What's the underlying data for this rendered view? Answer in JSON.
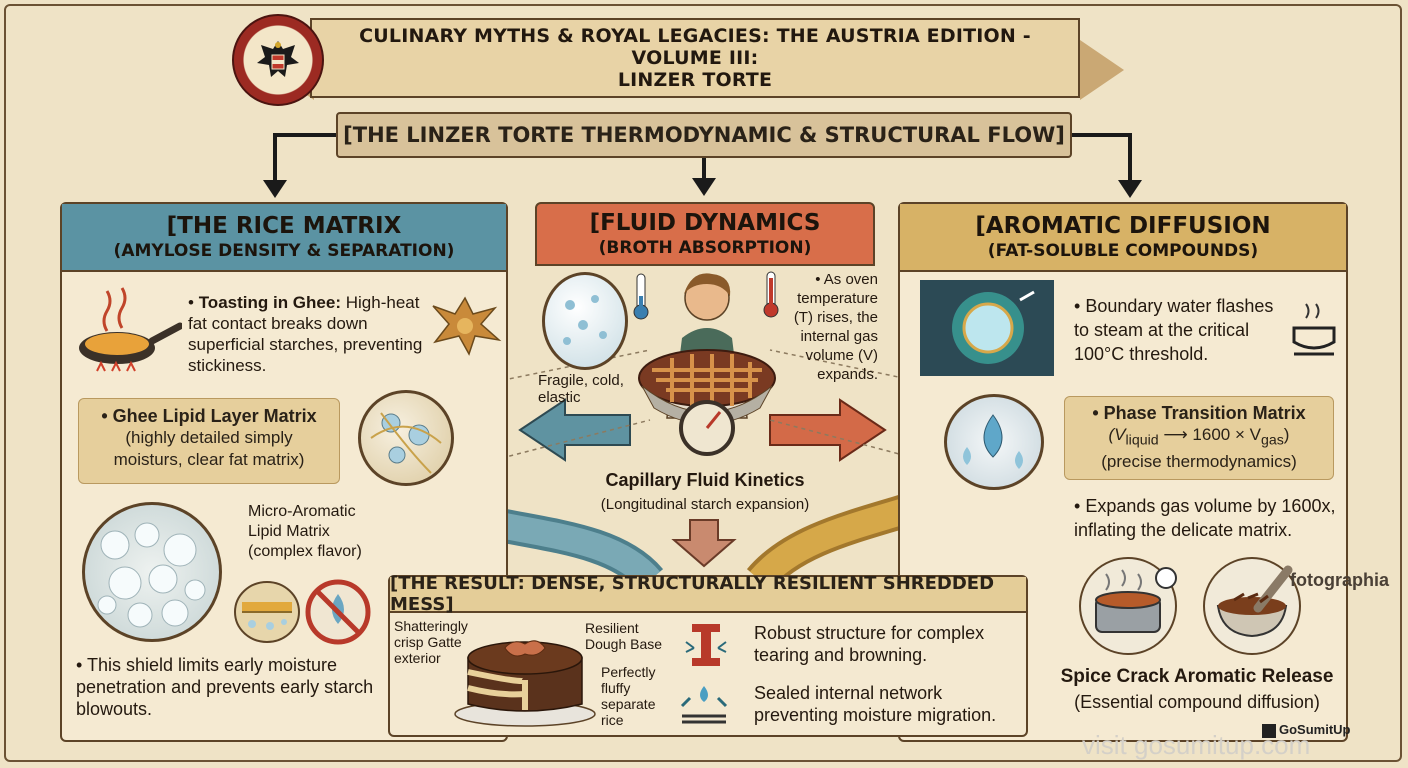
{
  "title": {
    "line1": "CULINARY MYTHS & ROYAL LEGACIES: THE AUSTRIA EDITION - VOLUME III:",
    "line2": "LINZER TORTE"
  },
  "flow_title": "[THE LINZER TORTE THERMODYNAMIC & STRUCTURAL FLOW]",
  "left_panel": {
    "heading": "[THE RICE MATRIX",
    "subheading": "(AMYLOSE DENSITY & SEPARATION)",
    "bullet1_bold": "Toasting in Ghee:",
    "bullet1_rest": "High-heat fat contact breaks down superficial starches, preventing stickiness.",
    "box_title": "Ghee Lipid Layer Matrix",
    "box_text": "(highly detailed simply moisturѕ, clear fat matrix)",
    "lipid_label": "Micro-Aromatic Lipid Matrix (complex flavor)",
    "bullet2": "This shield limits early moisture penetration and prevents early starch blowouts."
  },
  "mid_panel": {
    "heading": "[FLUID DYNAMICS",
    "subheading": "(BROTH ABSORPTION)",
    "cold_label": "Fragile, cold, elastic",
    "oven_text": "As oven temperature (T) rises, the internal gas volume (V) expands.",
    "capillary_title": "Capillary Fluid Kinetics",
    "capillary_sub": "(Longitudinal starch expansion)"
  },
  "right_panel": {
    "heading": "[AROMATIC DIFFUSION",
    "subheading": "(FAT-SOLUBLE COMPOUNDS)",
    "bullet1": "Boundary water flashes to steam at the critical 100°C threshold.",
    "box_title": "Phase Transition Matrix",
    "box_formula_a": "(V",
    "box_formula_a_sub": "liquid",
    "box_formula_b": " ⟶ 1600 × V",
    "box_formula_b_sub": "gas",
    "box_formula_c": ")",
    "box_text": "(precise thermodynamics)",
    "bullet2": "Expands gas volume by 1600x, inflating the delicate matrix.",
    "spice_title": "Spice Crack Aromatic Release",
    "spice_sub": "(Essential compound diffusion)"
  },
  "result": {
    "heading": "[THE RESULT: DENSE, STRUCTURALLY RESILIENT SHREDDED MESS]",
    "label_exterior": "Shatteringly crisp Gatte exterior",
    "label_base": "Resilient Dough Base",
    "label_rice": "Perfectly fluffy separate rice",
    "point1": "Robust structure for complex tearing and browning.",
    "point2": "Sealed internal network preventing moisture migration."
  },
  "watermark": {
    "brand": "fotographia",
    "logo": "GoSumitUp",
    "url": "visit gosumitup.com"
  },
  "colors": {
    "left_header": "#5b93a3",
    "mid_header": "#d86e4a",
    "right_header": "#d7b266",
    "background": "#efe3c6"
  }
}
